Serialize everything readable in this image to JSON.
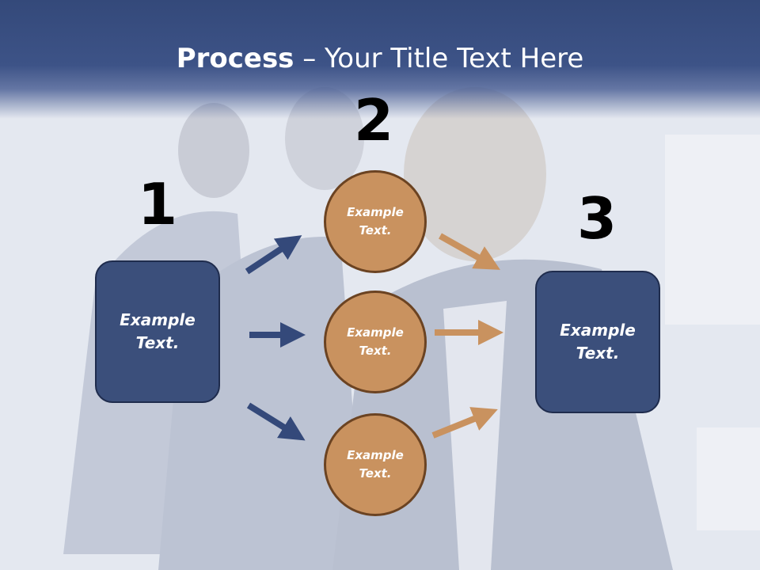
{
  "title": {
    "bold": "Process",
    "rest": " – Your Title Text Here"
  },
  "step_numbers": [
    "1",
    "2",
    "3"
  ],
  "left_box": {
    "line1": "Example",
    "line2": "Text."
  },
  "circles": [
    {
      "line1": "Example",
      "line2": "Text."
    },
    {
      "line1": "Example",
      "line2": "Text."
    },
    {
      "line1": "Example",
      "line2": "Text."
    }
  ],
  "right_box": {
    "line1": "Example",
    "line2": "Text."
  },
  "colors": {
    "header": "#3d5387",
    "box": "#3b4f7b",
    "circle": "#c9925f",
    "arrow_blue": "#34497a",
    "arrow_orange": "#c9925f"
  }
}
